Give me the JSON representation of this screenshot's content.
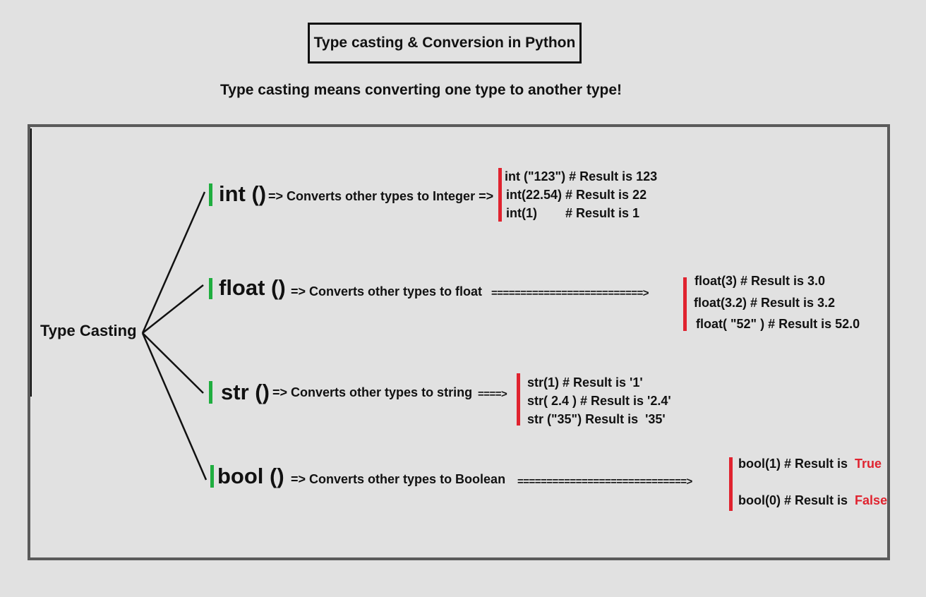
{
  "title": "Type casting & Conversion in Python",
  "subtitle": "Type casting means converting one type to another type!",
  "root": "Type Casting",
  "branches": [
    {
      "func": "int ()",
      "desc": "=> Converts other types to Integer =>",
      "arrow": "",
      "examples": [
        "int (\"123\") # Result is 123",
        "int(22.54) # Result is 22",
        "int(1)        # Result is 1"
      ]
    },
    {
      "func": "float ()",
      "desc": "=> Converts other types to float",
      "arrow": "==========================>",
      "examples": [
        "float(3) # Result is 3.0",
        "float(3.2) # Result is 3.2",
        "float( \"52\" ) # Result is 52.0"
      ]
    },
    {
      "func": "str ()",
      "desc": "=> Converts other types to string",
      "arrow": "====>",
      "examples": [
        "str(1) # Result is '1'",
        "str( 2.4 ) # Result is '2.4'",
        "str (\"35\") Result is  '35'"
      ]
    },
    {
      "func": "bool ()",
      "desc": "=> Converts  other types to Boolean",
      "arrow": "=============================>",
      "examples": [
        {
          "prefix": "bool(1) # Result is ",
          "value": "True"
        },
        {
          "prefix": "bool(0) # Result is ",
          "value": "False"
        }
      ]
    }
  ],
  "colors": {
    "background": "#e1e1e1",
    "accent_green": "#1fae3f",
    "accent_red": "#e0232f",
    "frame": "#5a5a5a"
  }
}
